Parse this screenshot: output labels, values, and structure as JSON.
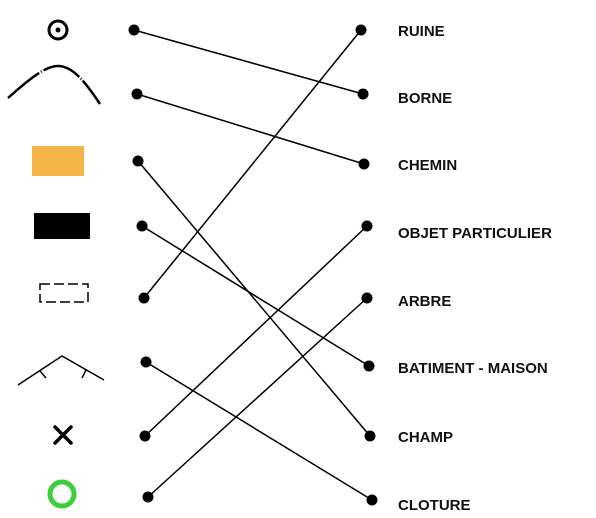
{
  "symbols": [
    {
      "icon": "circle-dot-icon"
    },
    {
      "icon": "curve-line-icon"
    },
    {
      "icon": "orange-rectangle-icon",
      "color": "#f5b547"
    },
    {
      "icon": "black-rectangle-icon",
      "color": "#000000"
    },
    {
      "icon": "dashed-rectangle-icon"
    },
    {
      "icon": "hatched-roof-line-icon"
    },
    {
      "icon": "cross-icon"
    },
    {
      "icon": "green-ring-icon",
      "color": "#3dcf3a"
    }
  ],
  "labels": [
    "RUINE",
    "BORNE",
    "CHEMIN",
    "OBJET PARTICULIER",
    "ARBRE",
    "BATIMENT - MAISON",
    "CHAMP",
    "CLOTURE"
  ],
  "connections": [
    {
      "symbol": 0,
      "label": 1
    },
    {
      "symbol": 1,
      "label": 2
    },
    {
      "symbol": 2,
      "label": 6
    },
    {
      "symbol": 3,
      "label": 5
    },
    {
      "symbol": 4,
      "label": 0
    },
    {
      "symbol": 5,
      "label": 7
    },
    {
      "symbol": 6,
      "label": 3
    },
    {
      "symbol": 7,
      "label": 4
    }
  ]
}
